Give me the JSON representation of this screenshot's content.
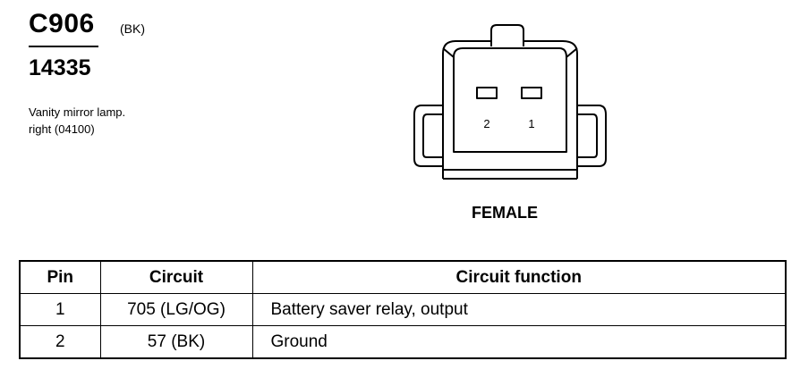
{
  "header": {
    "connector_id": "C906",
    "color_code": "(BK)",
    "part_number": "14335",
    "description_lines": [
      "Vanity mirror lamp.",
      "right (04100)"
    ]
  },
  "connector": {
    "gender": "FEMALE",
    "pin_labels": [
      "2",
      "1"
    ]
  },
  "table": {
    "headers": [
      "Pin",
      "Circuit",
      "Circuit function"
    ],
    "rows": [
      {
        "pin": "1",
        "circuit": "705 (LG/OG)",
        "function": "Battery saver relay, output"
      },
      {
        "pin": "2",
        "circuit": "57 (BK)",
        "function": "Ground"
      }
    ]
  }
}
